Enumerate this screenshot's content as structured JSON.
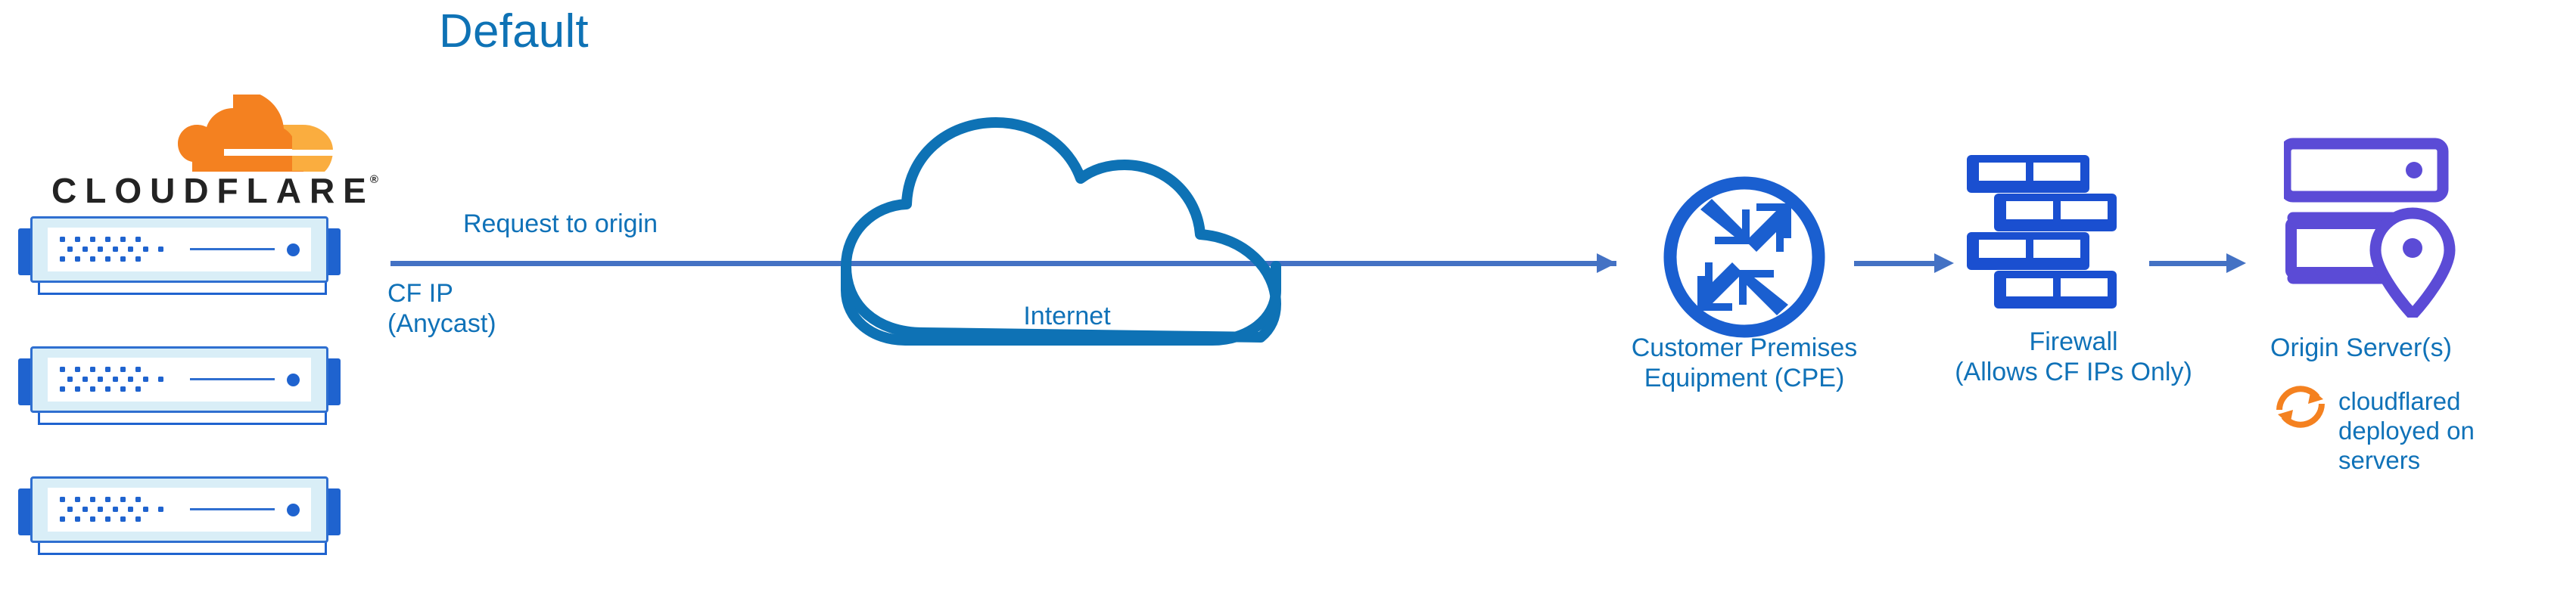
{
  "diagram": {
    "title": "Default",
    "type": "network-architecture-diagram"
  },
  "brand": {
    "name": "CLOUDFLARE",
    "trademark": "®",
    "logo_icon": "cloudflare-cloud-logo",
    "colors": {
      "orange_dark": "#f48120",
      "orange_light": "#faad3f",
      "wordmark": "#232323"
    }
  },
  "colors": {
    "title_blue": "#0e72b5",
    "label_blue": "#1072b8",
    "arrow_blue": "#4472c4",
    "icon_blue": "#1a5fd0",
    "cloud_stroke": "#0e72b5",
    "server_purple": "#5b4bd6",
    "server_frame": "#d9eef7",
    "server_border": "#2f6fd0",
    "orange": "#f48120"
  },
  "nodes": [
    {
      "id": "cloudflare-edge",
      "icon": "server-rack-stack-icon",
      "label": "",
      "unit_count": 3,
      "annotations": [
        "CF IP\n(Anycast)"
      ]
    },
    {
      "id": "internet",
      "icon": "cloud-outline-icon",
      "label": "Internet"
    },
    {
      "id": "cpe",
      "icon": "router-four-arrows-icon",
      "label": "Customer Premises\nEquipment (CPE)"
    },
    {
      "id": "firewall",
      "icon": "brick-wall-icon",
      "label": "Firewall\n(Allows CF IPs Only)"
    },
    {
      "id": "origin",
      "icon": "server-location-pin-icon",
      "label": "Origin Server(s)"
    }
  ],
  "labels": {
    "request_to_origin": "Request to origin",
    "cf_ip": "CF IP\n(Anycast)",
    "internet": "Internet",
    "cpe": "Customer Premises\nEquipment (CPE)",
    "firewall": "Firewall\n(Allows CF IPs Only)",
    "origin_server": "Origin Server(s)",
    "cloudflared": "cloudflared\ndeployed on\nservers"
  },
  "icons": {
    "cloudflared_sync": "circular-sync-arrows-icon",
    "origin_pin": "location-pin-icon",
    "router": "router-arrows-icon",
    "firewall": "brick-wall-icon",
    "cloud": "cloud-outline-icon"
  },
  "edges": [
    {
      "from": "cloudflare-edge",
      "to": "cpe",
      "label": "Request to origin",
      "style": "solid-arrow"
    },
    {
      "from": "cpe",
      "to": "firewall",
      "label": "",
      "style": "solid-arrow"
    },
    {
      "from": "firewall",
      "to": "origin",
      "label": "",
      "style": "solid-arrow"
    }
  ]
}
